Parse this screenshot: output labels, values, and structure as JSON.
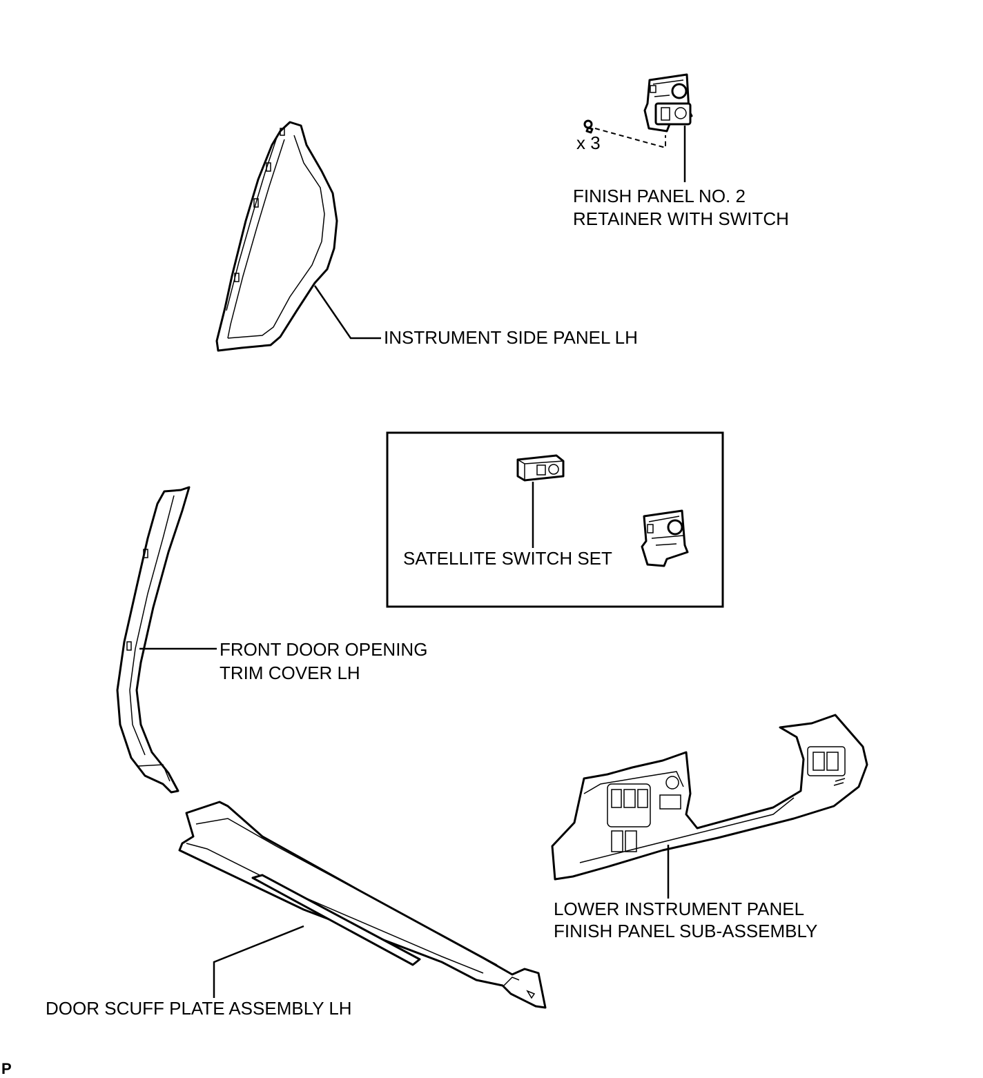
{
  "labels": {
    "finish_panel_no2_line1": "FINISH PANEL NO. 2",
    "finish_panel_no2_line2": "RETAINER WITH SWITCH",
    "screw_count": "x 3",
    "instrument_side_panel": "INSTRUMENT SIDE PANEL LH",
    "satellite_switch_set": "SATELLITE SWITCH SET",
    "front_door_opening_line1": "FRONT DOOR OPENING",
    "front_door_opening_line2": "TRIM COVER LH",
    "lower_instrument_line1": "LOWER INSTRUMENT PANEL",
    "lower_instrument_line2": "FINISH PANEL SUB-ASSEMBLY",
    "door_scuff_plate": "DOOR SCUFF PLATE ASSEMBLY LH"
  },
  "illustration_code": "P"
}
